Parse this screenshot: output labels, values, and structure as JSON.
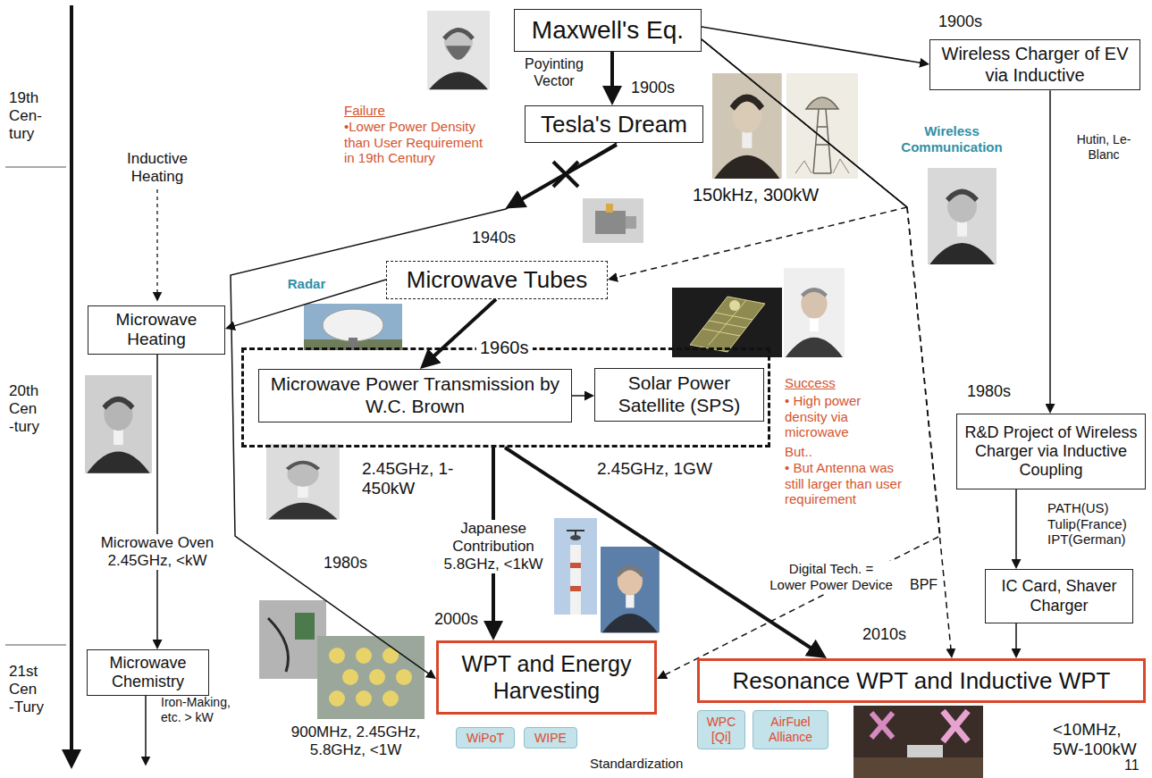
{
  "diagram": {
    "nodes": [
      {
        "text": [
          "Maxwell's Eq."
        ]
      },
      {
        "text": [
          "Tesla's Dream"
        ]
      },
      {
        "text": [
          "Wireless Charger of EV via Inductive"
        ]
      },
      {
        "text": [
          "Microwave Tubes"
        ]
      },
      {
        "text": [
          "Microwave Heating"
        ]
      },
      {
        "text": [
          "1960s"
        ]
      },
      {
        "text": [
          "Microwave Power Transmission by W.C. Brown"
        ],
        "in": 5
      },
      {
        "text": [
          "Solar Power Satellite (SPS)"
        ],
        "in": 5
      },
      {
        "text": [
          "R&D Project of Wireless Charger via Inductive Coupling"
        ]
      },
      {
        "text": [
          "IC Card, Shaver Charger"
        ]
      },
      {
        "text": [
          "Microwave Chemistry"
        ]
      },
      {
        "text": [
          "WPT and Energy Harvesting"
        ]
      },
      {
        "text": [
          "Resonance WPT and Inductive WPT"
        ]
      },
      {
        "text": [
          "WiPoT"
        ]
      },
      {
        "text": [
          "WIPE"
        ]
      },
      {
        "text": [
          "WPC [Qi]"
        ]
      },
      {
        "text": [
          "AirFuel Alliance"
        ]
      }
    ],
    "edges": [
      {
        "from": 0,
        "to": 1,
        "arrow": "to"
      },
      {
        "from": 0,
        "to": 2,
        "arrow": "to"
      },
      {
        "from": 0,
        "to": 3,
        "arrow": "to"
      },
      {
        "from": 0,
        "to": 12,
        "arrow": "to"
      },
      {
        "from": 0,
        "to": 11,
        "label": "Digital Tech. = Lower Power Device",
        "arrow": "to"
      },
      {
        "from": 1,
        "to": 11,
        "arrow": "to"
      },
      {
        "from": 3,
        "to": 4,
        "label": "Radar",
        "arrow": "to"
      },
      {
        "from": 3,
        "to": 6,
        "arrow": "to"
      },
      {
        "from": 6,
        "to": 7,
        "arrow": "to"
      },
      {
        "from": 4,
        "to": 10,
        "label": "Microwave Oven 2.45GHz, <kW",
        "arrow": "to"
      },
      {
        "from": 5,
        "to": 11,
        "label": "Japanese Contribution 5.8GHz, <1kW",
        "arrow": "to"
      },
      {
        "from": 5,
        "to": 12,
        "arrow": "to"
      },
      {
        "from": 2,
        "to": 8,
        "arrow": "to"
      },
      {
        "from": 8,
        "to": 9,
        "arrow": "to"
      },
      {
        "from": 9,
        "to": 12,
        "arrow": "to"
      }
    ],
    "labels": [
      "19th Cen- tury",
      "Poyinting Vector",
      "1900s",
      "1900s",
      "Failure",
      "•Lower Power Density than User Requirement in 19th Century",
      "150kHz, 300kW",
      "Wireless Communication",
      "Hutin, Le-Blanc",
      "Inductive Heating",
      "1940s",
      "20th Cen -tury",
      "2.45GHz, 1-450kW",
      "2.45GHz, 1GW",
      "Success",
      "• High power density via microwave",
      "But..",
      "• But Antenna was still larger than user requirement",
      "1980s",
      "PATH(US) Tulip(France) IPT(German)",
      "1980s",
      "BPF",
      "2000s",
      "2010s",
      "21st Cen -Tury",
      "Iron-Making, etc. > kW",
      "900MHz, 2.45GHz, 5.8GHz, <1W",
      "Standardization",
      "<10MHz, 5W-100kW",
      "11"
    ]
  }
}
